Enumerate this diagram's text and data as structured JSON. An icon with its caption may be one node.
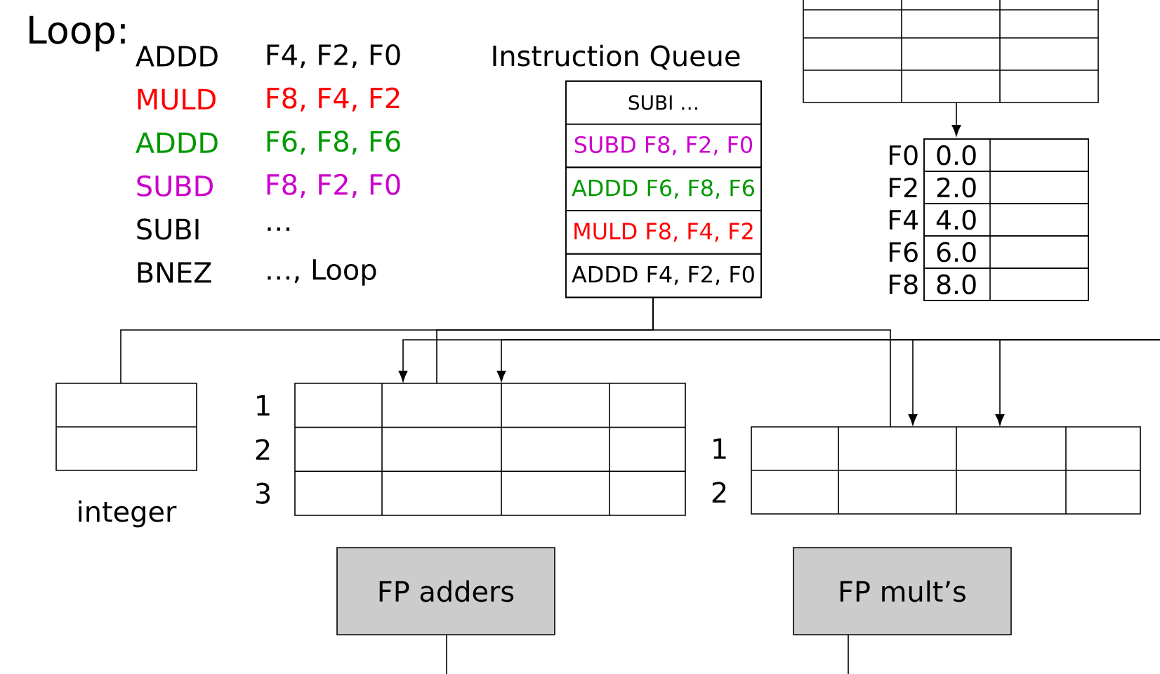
{
  "diagram": {
    "nodes": [
      {
        "text": [
          "Instruction Queue"
        ]
      },
      {
        "text": [
          "SUBI …"
        ],
        "in": 0
      },
      {
        "text": [
          "SUBD F8, F2, F0"
        ],
        "in": 0
      },
      {
        "text": [
          "ADDD F6, F8, F6"
        ],
        "in": 0
      },
      {
        "text": [
          "MULD F8, F4, F2"
        ],
        "in": 0
      },
      {
        "text": [
          "ADDD F4, F2, F0"
        ],
        "in": 0
      },
      {
        "text": [],
        "shape": "box"
      },
      {
        "text": [],
        "shape": "box"
      },
      {
        "text": [
          "0.0"
        ],
        "beside": [
          "F0"
        ],
        "in": 7
      },
      {
        "text": [
          "2.0"
        ],
        "beside": [
          "F2"
        ],
        "in": 7
      },
      {
        "text": [
          "4.0"
        ],
        "beside": [
          "F4"
        ],
        "in": 7
      },
      {
        "text": [
          "6.0"
        ],
        "beside": [
          "F6"
        ],
        "in": 7
      },
      {
        "text": [
          "8.0"
        ],
        "beside": [
          "F8"
        ],
        "in": 7
      },
      {
        "text": [
          "integer"
        ]
      },
      {
        "text": [],
        "shape": "box",
        "beside": [
          "1",
          "2",
          "3"
        ]
      },
      {
        "text": [],
        "shape": "box",
        "beside": [
          "1",
          "2"
        ]
      },
      {
        "text": [
          "FP adders"
        ]
      },
      {
        "text": [
          "FP mult’s"
        ]
      }
    ],
    "edges": [
      {
        "from": 6,
        "to": 7,
        "arrow": "to"
      },
      {
        "from": 0,
        "to": 13,
        "arrow": "none"
      },
      {
        "from": 0,
        "to": 14,
        "arrow": "none"
      },
      {
        "from": 0,
        "to": 15,
        "arrow": "none"
      },
      {
        "from": null,
        "to": 14,
        "arrow": "to"
      },
      {
        "from": null,
        "to": 14,
        "arrow": "to"
      },
      {
        "from": null,
        "to": 15,
        "arrow": "to"
      },
      {
        "from": null,
        "to": 15,
        "arrow": "to"
      },
      {
        "from": 16,
        "to": null,
        "arrow": "none"
      },
      {
        "from": 17,
        "to": null,
        "arrow": "none"
      }
    ],
    "labels": [
      "Loop:",
      "ADDD",
      "F4, F2, F0",
      "MULD",
      "F8, F4, F2",
      "ADDD",
      "F6, F8, F6",
      "SUBD",
      "F8, F2, F0",
      "SUBI",
      "…",
      "BNEZ",
      "…, Loop"
    ]
  }
}
